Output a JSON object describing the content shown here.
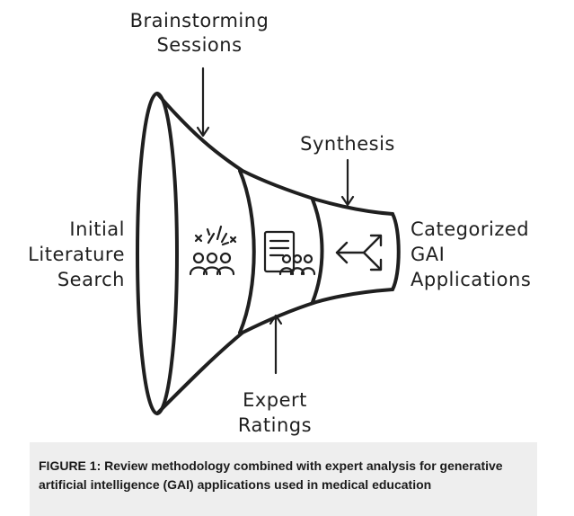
{
  "labels": {
    "brainstorming": [
      "Brainstorming",
      "Sessions"
    ],
    "initial": [
      "Initial",
      "Literature",
      "Search"
    ],
    "synthesis": "Synthesis",
    "categorized": [
      "Categorized",
      "GAI",
      "Applications"
    ],
    "expert": [
      "Expert",
      "Ratings"
    ]
  },
  "icons": {
    "stage1": "brainstorm-group-icon",
    "stage2": "document-group-icon",
    "stage3": "expand-arrows-icon"
  },
  "caption": "FIGURE 1: Review methodology combined with expert analysis for generative artificial intelligence (GAI) applications used in medical education"
}
